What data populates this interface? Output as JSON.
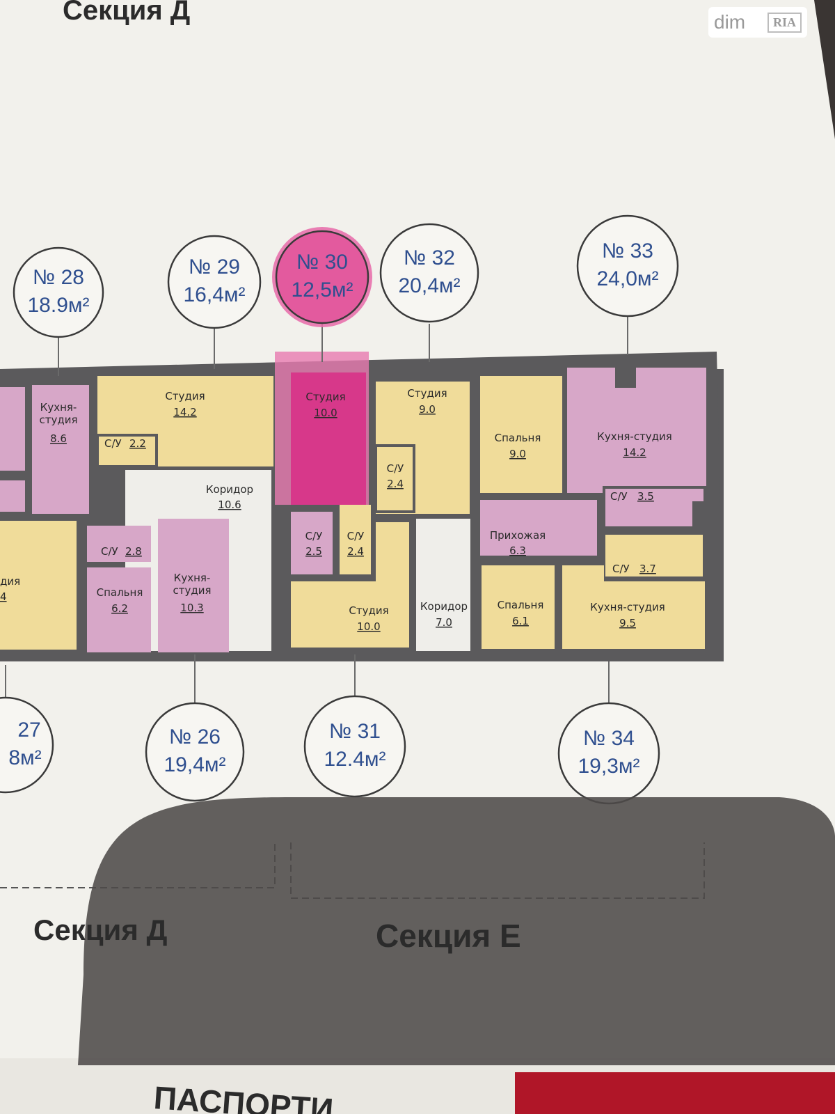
{
  "header_section": "Секция Д",
  "badge": {
    "brand": "dim",
    "brand2": "RIA"
  },
  "apartments": [
    {
      "no": "№ 28",
      "area": "18.9м²"
    },
    {
      "no": "№ 29",
      "area": "16,4м²"
    },
    {
      "no": "№ 30",
      "area": "12,5м²"
    },
    {
      "no": "№ 32",
      "area": "20,4м²"
    },
    {
      "no": "№ 33",
      "area": "24,0м²"
    },
    {
      "no": "27",
      "area": "8м²"
    },
    {
      "no": "№ 26",
      "area": "19,4м²"
    },
    {
      "no": "№ 31",
      "area": "12.4м²"
    },
    {
      "no": "№ 34",
      "area": "19,3м²"
    }
  ],
  "rooms": [
    {
      "name": "Кухня-\nстудия",
      "area": "8.6"
    },
    {
      "name": "Студия",
      "area": "14.2"
    },
    {
      "name": "С/У",
      "area": "2.2"
    },
    {
      "name": "Коридор",
      "area": "10.6"
    },
    {
      "name": "С/У",
      "area": "2.8"
    },
    {
      "name": "Спальня",
      "area": "6.2"
    },
    {
      "name": "Кухня-\nстудия",
      "area": "10.3"
    },
    {
      "name": "Студия",
      "area": "10.0"
    },
    {
      "name": "С/У",
      "area": "2.5"
    },
    {
      "name": "С/У",
      "area": "2.4"
    },
    {
      "name": "Студия",
      "area": "10.0"
    },
    {
      "name": "Студия",
      "area": "9.0"
    },
    {
      "name": "С/У",
      "area": "2.4"
    },
    {
      "name": "Коридор",
      "area": "7.0"
    },
    {
      "name": "Спальня",
      "area": "9.0"
    },
    {
      "name": "Кухня-студия",
      "area": "14.2"
    },
    {
      "name": "С/У",
      "area": "3.5"
    },
    {
      "name": "Прихожая",
      "area": "6.3"
    },
    {
      "name": "С/У",
      "area": "3.7"
    },
    {
      "name": "Спальня",
      "area": "6.1"
    },
    {
      "name": "Кухня-студия",
      "area": "9.5"
    },
    {
      "name": "дия",
      "area": "4"
    }
  ],
  "sections": {
    "left": "Секция Д",
    "right": "Секция Е"
  },
  "bottom_text": "ПАСПОРТИ"
}
